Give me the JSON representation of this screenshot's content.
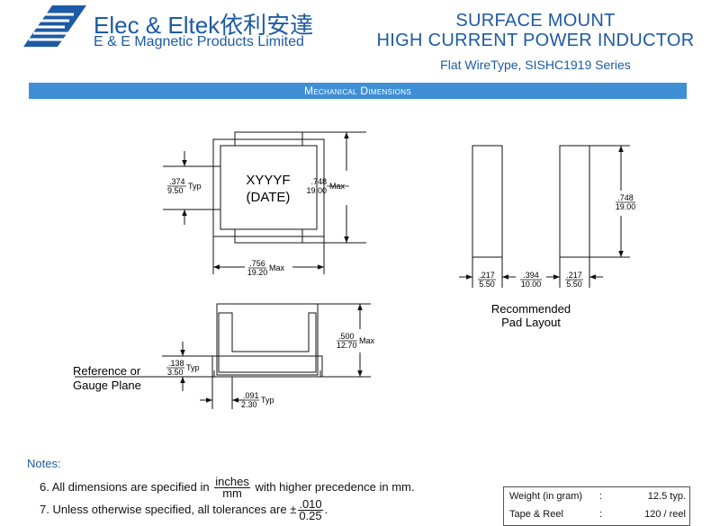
{
  "header": {
    "company_name": "Elec & Eltek依利安達",
    "company_subtitle": "E & E Magnetic Products Limited",
    "title_line1": "SURFACE MOUNT",
    "title_line2": "HIGH CURRENT POWER INDUCTOR",
    "subtitle": "Flat WireType, SISHC1919 Series"
  },
  "colors": {
    "brand_blue": "#1d5aa5",
    "banner_blue": "#3f8fd6"
  },
  "section_banner": "Mechanical Dimensions",
  "top_view": {
    "marking_line1": "XYYYF",
    "marking_line2": "(DATE)",
    "height_dim": {
      "inches": ".748",
      "mm": "19.00",
      "suffix": "Max"
    },
    "inner_dim": {
      "inches": ".374",
      "mm": "9.50",
      "suffix": "Typ"
    },
    "width_dim": {
      "inches": ".756",
      "mm": "19.20",
      "suffix": "Max"
    }
  },
  "side_view": {
    "height_dim": {
      "inches": ".500",
      "mm": "12.70",
      "suffix": "Max"
    },
    "lead_height_dim": {
      "inches": ".138",
      "mm": "3.50",
      "suffix": "Typ"
    },
    "lead_width_dim": {
      "inches": ".091",
      "mm": "2.30",
      "suffix": "Typ"
    },
    "reference_line1": "Reference or",
    "reference_line2": "Gauge Plane"
  },
  "pad_layout": {
    "height_dim": {
      "inches": ".748",
      "mm": "19.00"
    },
    "pad_width_left": {
      "inches": ".217",
      "mm": "5.50"
    },
    "gap": {
      "inches": ".394",
      "mm": "10.00"
    },
    "pad_width_right": {
      "inches": ".217",
      "mm": "5.50"
    },
    "caption_line1": "Recommended",
    "caption_line2": "Pad Layout"
  },
  "notes": {
    "title": "Notes:",
    "note6_before": "6. All dimensions are specified in",
    "note6_frac_num": "inches",
    "note6_frac_den": "mm",
    "note6_after": "with higher precedence in mm.",
    "note7_before": "7. Unless otherwise specified, all tolerances are ±",
    "note7_frac_num": ".010",
    "note7_frac_den": "0.25",
    "note7_after": "."
  },
  "specs": [
    {
      "label": "Weight (in gram)",
      "value": "12.5 typ."
    },
    {
      "label": "Tape & Reel",
      "value": "120 / reel"
    }
  ]
}
